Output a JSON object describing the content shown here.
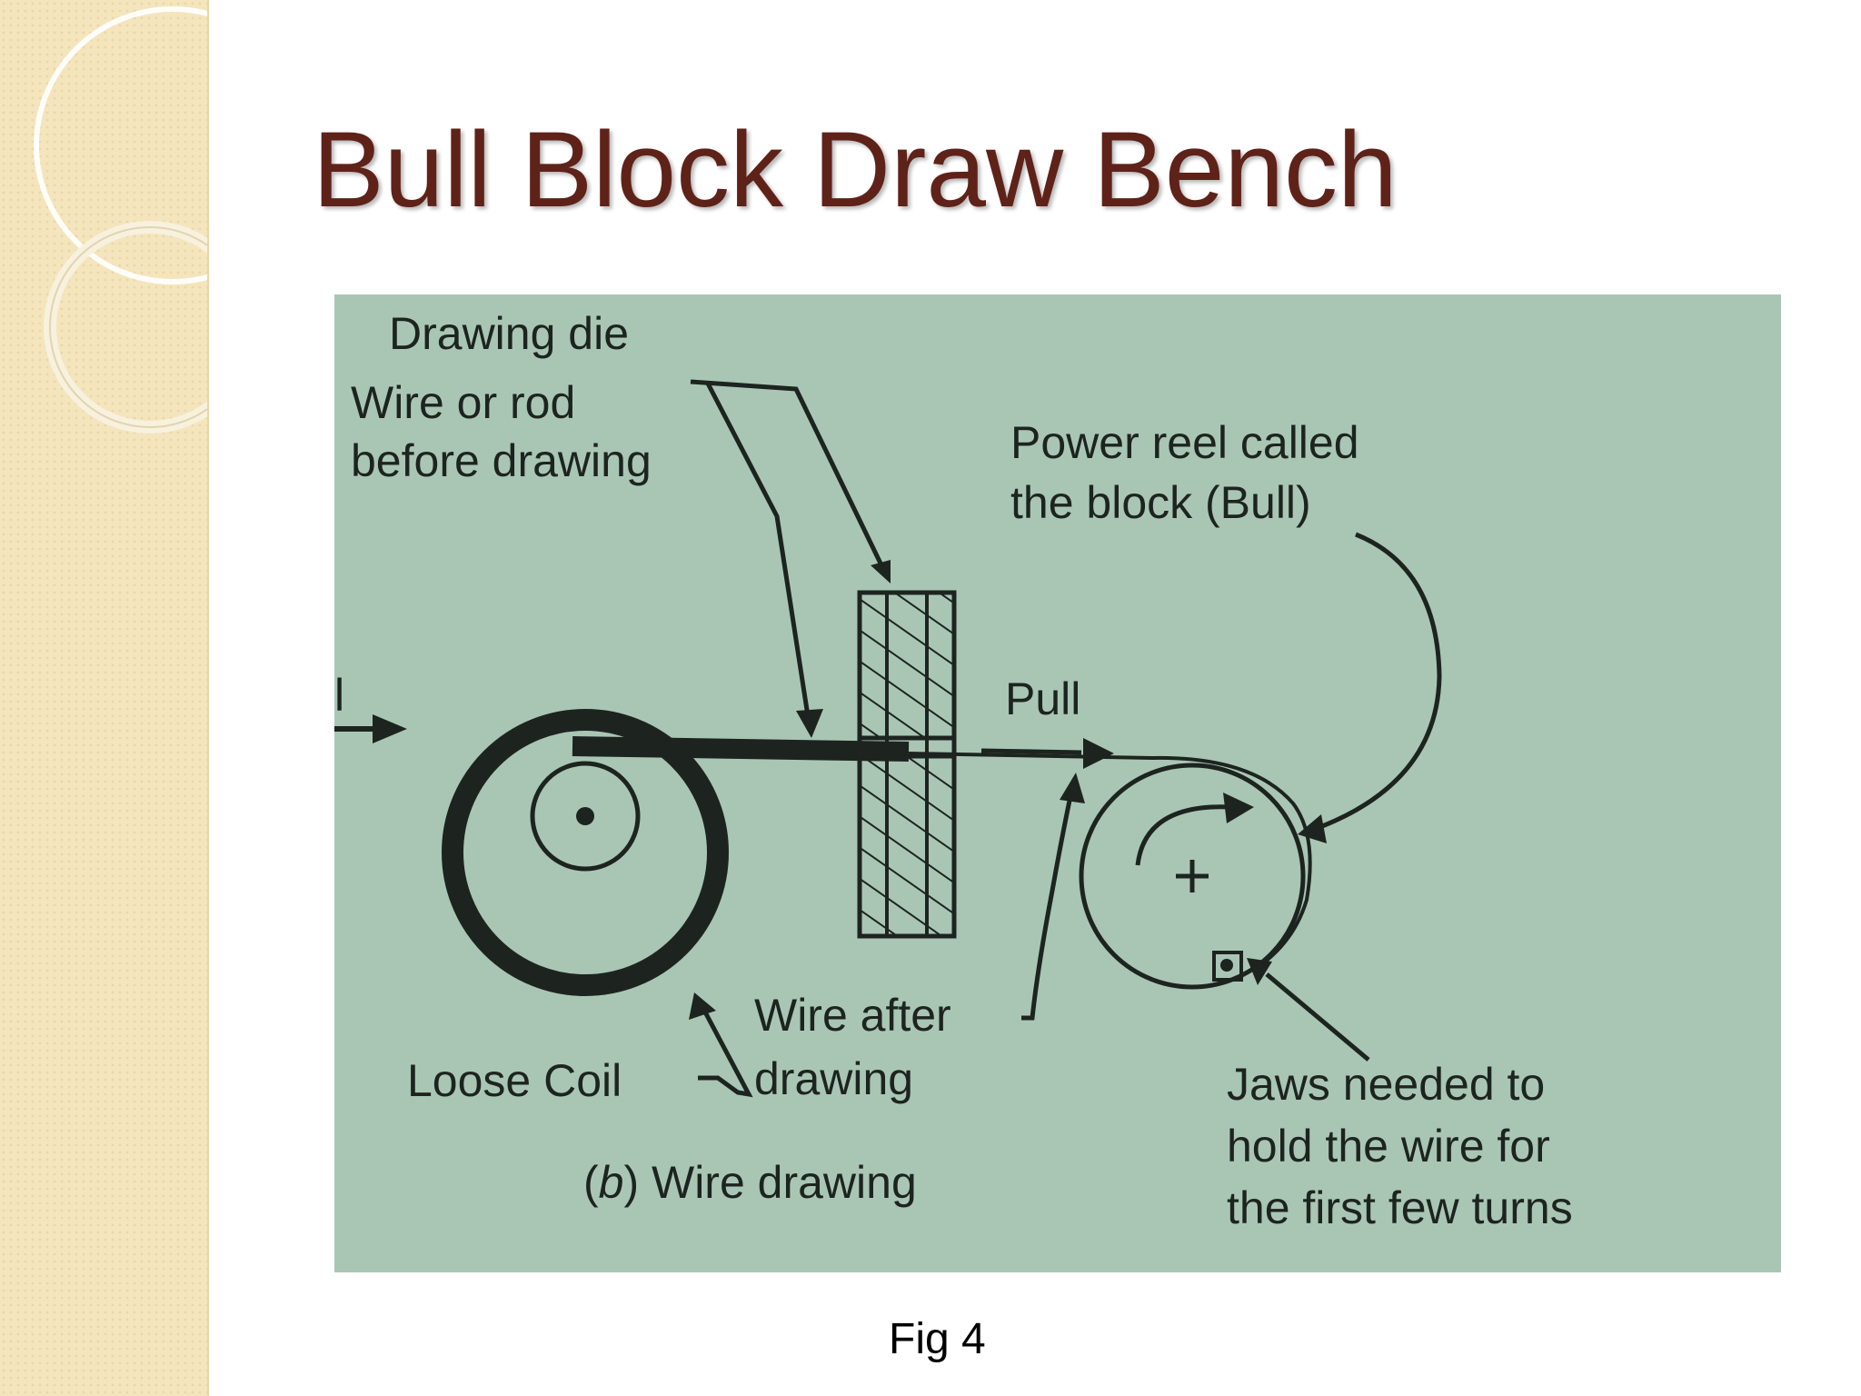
{
  "slide": {
    "title": "Bull Block Draw Bench",
    "caption": "Fig 4"
  },
  "figure": {
    "labels": {
      "drawing_die": "Drawing die",
      "wire_before_1": "Wire or rod",
      "wire_before_2": "before drawing",
      "power_reel_1": "Power reel called",
      "power_reel_2": "the block (Bull)",
      "pull": "Pull",
      "partial_left": "l",
      "wire_after_1": "Wire after",
      "wire_after_2": "drawing",
      "loose_coil": "Loose Coil",
      "jaws_1": "Jaws needed to",
      "jaws_2": "hold the wire for",
      "jaws_3": "the first few turns",
      "subcaption_open": "(",
      "subcaption_b": "b",
      "subcaption_rest": ") Wire drawing"
    }
  },
  "colors": {
    "title": "#5e2219",
    "figure_bg": "#a9c6b5",
    "ink": "#1d241f",
    "side_band": "#f4e5bd"
  }
}
